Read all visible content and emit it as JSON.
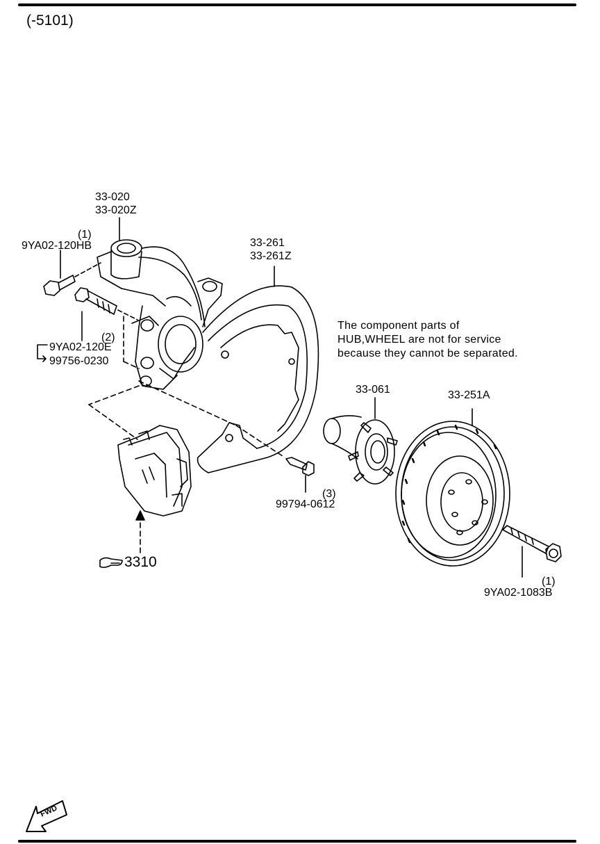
{
  "header": {
    "range": "(-5101)"
  },
  "parts": {
    "knuckle": {
      "code1": "33-020",
      "code2": "33-020Z"
    },
    "knuckle_bolt": {
      "qty": "(1)",
      "code": "9YA02-120HB"
    },
    "caliper_bolt": {
      "qty": "(2)",
      "code1": "9YA02-120E",
      "code2": "99756-0230"
    },
    "dust_cover": {
      "code1": "33-261",
      "code2": "33-261Z"
    },
    "hub": {
      "code": "33-061"
    },
    "disc": {
      "code": "33-251A"
    },
    "cover_bolt": {
      "qty": "(3)",
      "code": "99794-0612"
    },
    "hub_bolt": {
      "qty": "(1)",
      "code": "9YA02-1083B"
    },
    "caliper_ref": {
      "code": "3310"
    }
  },
  "note": {
    "line1": "The component parts of",
    "line2": "HUB,WHEEL are not for service",
    "line3": "because they cannot be separated."
  },
  "fwd": {
    "label": "FWD"
  }
}
